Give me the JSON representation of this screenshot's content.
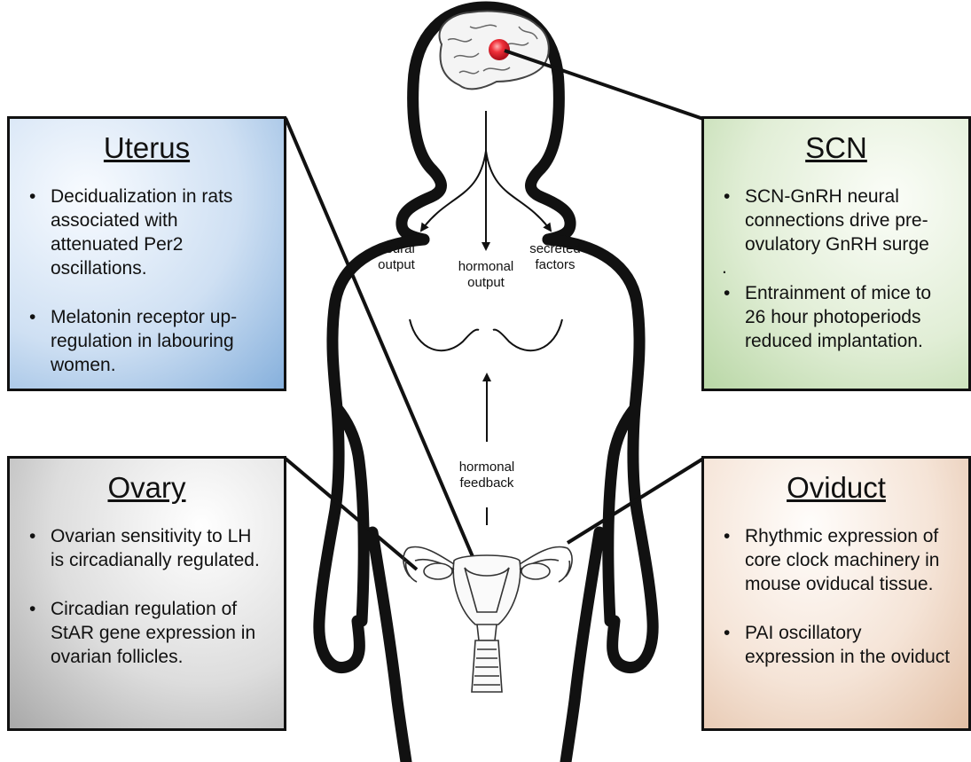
{
  "uterus": {
    "title": "Uterus",
    "bullets": [
      "Decidualization in rats associated with attenuated Per2 oscillations.",
      "Melatonin receptor up-regulation in labouring women."
    ]
  },
  "scn": {
    "title": "SCN",
    "bullets": [
      "SCN-GnRH neural connections drive pre-ovulatory GnRH surge",
      "Entrainment of mice to 26 hour photoperiods reduced implantation."
    ],
    "stray_mark": "."
  },
  "ovary": {
    "title": "Ovary",
    "bullets": [
      "Ovarian sensitivity to LH is circadianally regulated.",
      "Circadian regulation of StAR gene expression in ovarian follicles."
    ]
  },
  "oviduct": {
    "title": "Oviduct",
    "bullets": [
      "Rhythmic expression of core clock machinery in mouse oviducal tissue.",
      "PAI oscillatory expression in the oviduct"
    ]
  },
  "outputs": {
    "neural": "neural output",
    "hormonal": "hormonal output",
    "secreted": "secreted factors",
    "feedback": "hormonal feedback"
  },
  "colors": {
    "uterus_box": "#a9c6e8",
    "scn_box": "#d3e7c5",
    "ovary_box": "#cfcfcf",
    "oviduct_box": "#f0d6c4",
    "scn_marker": "#e01e2e"
  },
  "icons": [
    "body-silhouette",
    "brain-icon",
    "scn-marker",
    "reproductive-tract-icon"
  ]
}
